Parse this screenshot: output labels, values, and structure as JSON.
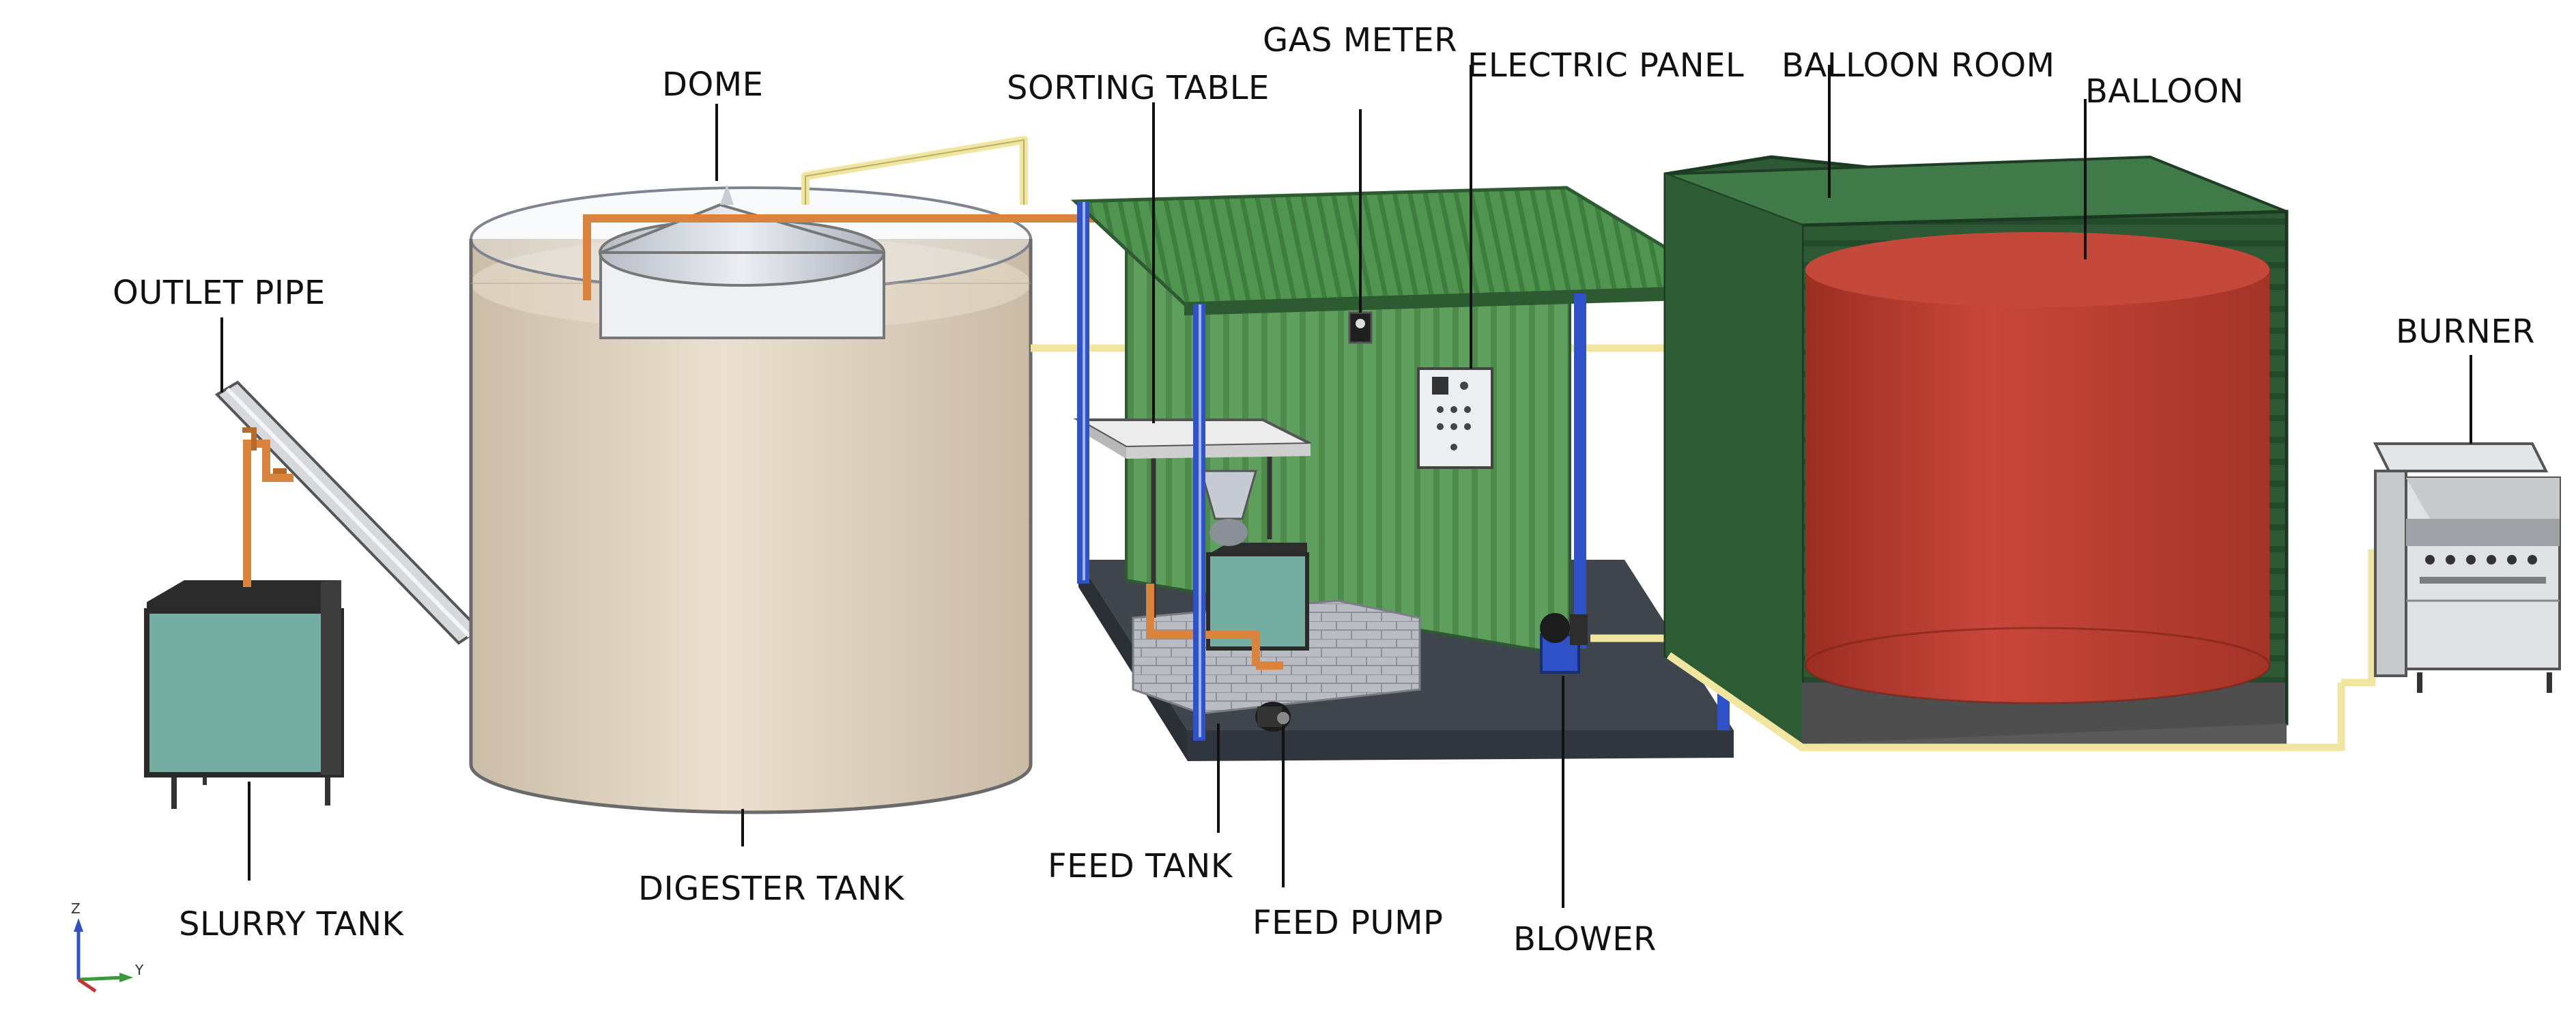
{
  "diagram": {
    "labels": {
      "dome": "DOME",
      "outlet_pipe": "OUTLET PIPE",
      "slurry_tank": "SLURRY TANK",
      "digester_tank": "DIGESTER TANK",
      "sorting_table": "SORTING TABLE",
      "gas_meter": "GAS METER",
      "electric_panel": "ELECTRIC PANEL",
      "balloon_room": "BALLOON ROOM",
      "balloon": "BALLOON",
      "burner": "BURNER",
      "feed_tank": "FEED TANK",
      "feed_pump": "FEED PUMP",
      "blower": "BLOWER"
    },
    "axes": {
      "z": "Z",
      "y": "Y"
    },
    "colors": {
      "shed_green": "#5e9e5c",
      "balloon_red": "#b83a2c",
      "digester_beige": "#e2d6c4",
      "tank_teal": "#74aea3",
      "pipe_orange": "#d9833c",
      "pipe_cream": "#f0e6a0",
      "frame_blue": "#2f52c8"
    }
  }
}
